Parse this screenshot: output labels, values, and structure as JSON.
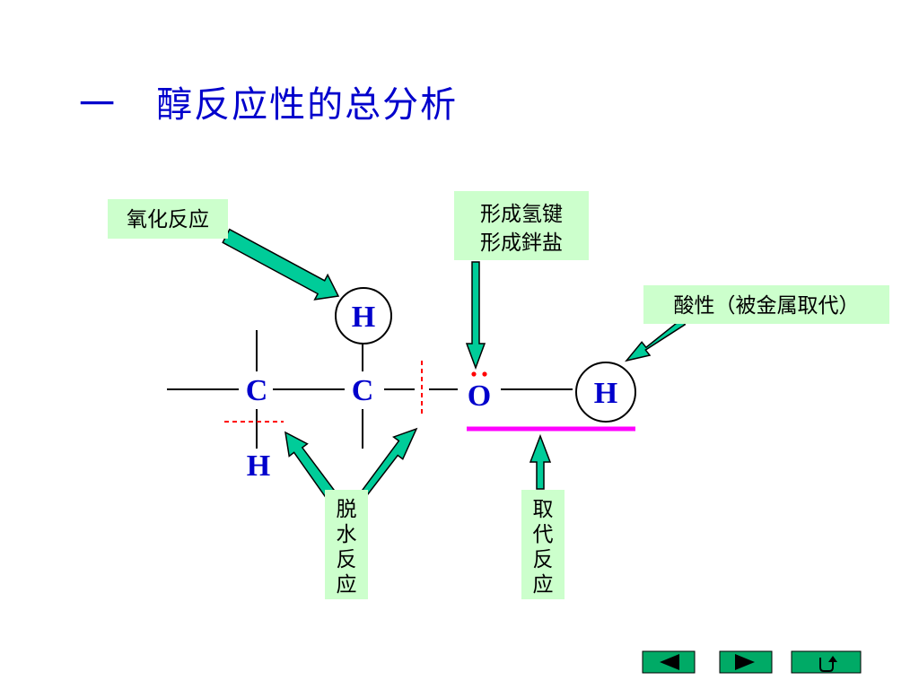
{
  "title": "一   醇反应性的总分析",
  "atoms": {
    "carbon_left": "C",
    "carbon_right": "C",
    "oxygen": "O",
    "hydrogen_top": "H",
    "hydrogen_bottom": "H",
    "hydrogen_hydroxyl": "H"
  },
  "labels": {
    "oxidation": "氧化反应",
    "hbond_line1": "形成氢键",
    "hbond_line2": "形成鉡盐",
    "acidity": "酸性（被金属取代）",
    "dehydration": [
      "脱",
      "水",
      "反",
      "应"
    ],
    "substitution": [
      "取",
      "代",
      "反",
      "应"
    ]
  },
  "colors": {
    "title": "#0000cc",
    "atom": "#0000cc",
    "label_box": "#ccffcc",
    "arrow_fill": "#00cc99",
    "cleavage_line": "#ff0000",
    "substitution_bar": "#ff00ff",
    "lone_pair": "#ff0000",
    "nav_fill": "#00aa66"
  },
  "nav": {
    "prev_icon": "triangle-left-icon",
    "next_icon": "triangle-right-icon",
    "return_icon": "return-arrow-icon"
  }
}
